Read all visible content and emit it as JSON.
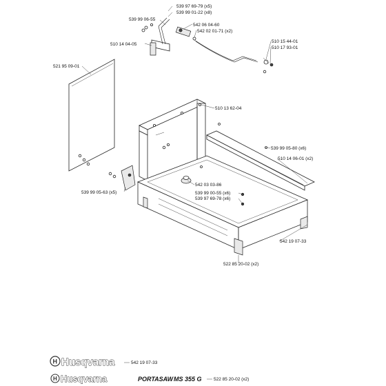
{
  "labels": {
    "l1": "539 97 69-79 (x5)",
    "l2": "539 99 01-22 (x8)",
    "l3": "539 99 06-55",
    "l4": "542 06 04-60",
    "l5": "542 02 01-71 (x2)",
    "l6": "510 14 04-05",
    "l7": "510 15 44-01",
    "l8": "510 17 93-01",
    "l9": "521 95 09-01",
    "l10": "510 13 62-04",
    "l11": "539 99 05-80 (x6)",
    "l12": "510 14 06-01 (x2)",
    "l13": "542 03 03-86",
    "l14": "539 99 00-55 (x6)",
    "l15": "539 97 69-78 (x6)",
    "l16": "539 99 05-63 (x5)",
    "l17": "542 19 07-33",
    "l18": "522 85 20-02 (x2)"
  },
  "footer": {
    "brand_top": "Husqvarna",
    "brand_bottom": "Husqvarna",
    "model_name": "PORTASAW",
    "model_number": "MS 355 G",
    "part_top": "542 19 07-33",
    "part_bottom": "522 85 20-02 (x2)"
  }
}
